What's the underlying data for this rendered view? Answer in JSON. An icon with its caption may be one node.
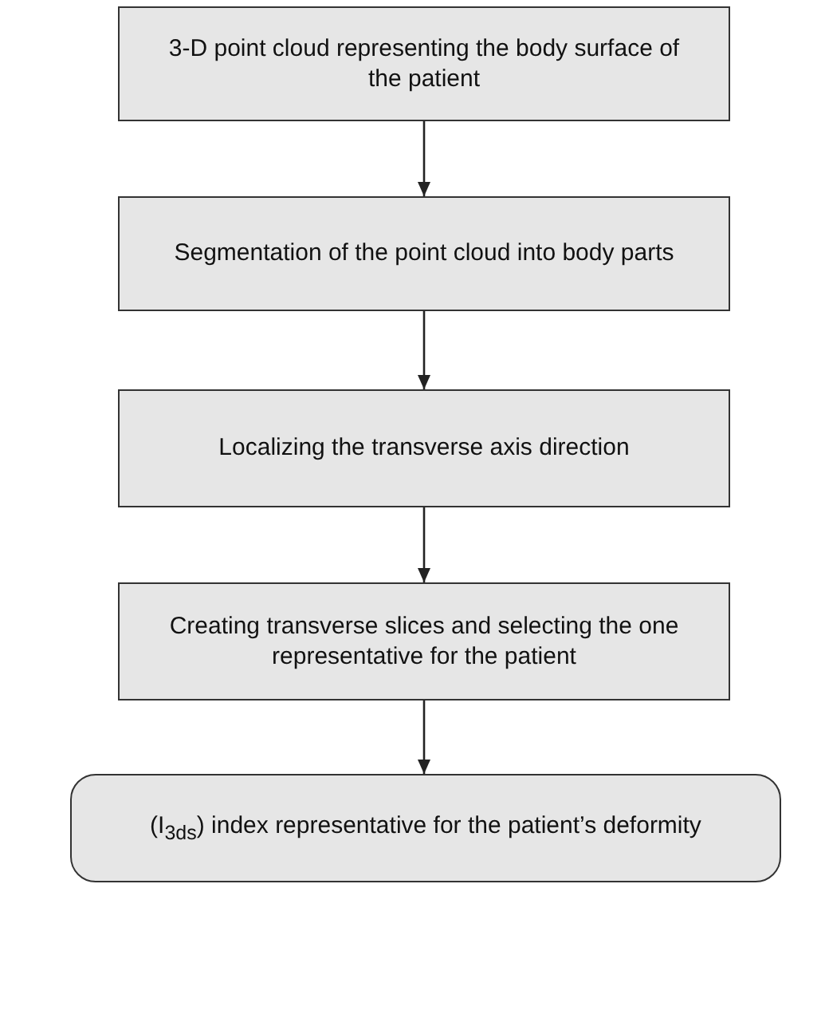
{
  "diagram": {
    "nodes": [
      {
        "text": [
          "3-D point cloud representing the body surface of the patient"
        ]
      },
      {
        "text": [
          "Segmentation of the point cloud into body parts"
        ]
      },
      {
        "text": [
          "Localizing the transverse axis direction"
        ]
      },
      {
        "text": [
          "Creating transverse slices and selecting the one representative for the patient"
        ]
      },
      {
        "text": [
          "(I$_{3ds}$) index representative for the patient’s deformity"
        ]
      }
    ],
    "edges": [
      {
        "from": 0,
        "to": 1,
        "arrow": "to"
      },
      {
        "from": 1,
        "to": 2,
        "arrow": "to"
      },
      {
        "from": 2,
        "to": 3,
        "arrow": "to"
      },
      {
        "from": 3,
        "to": 4,
        "arrow": "to"
      }
    ]
  }
}
